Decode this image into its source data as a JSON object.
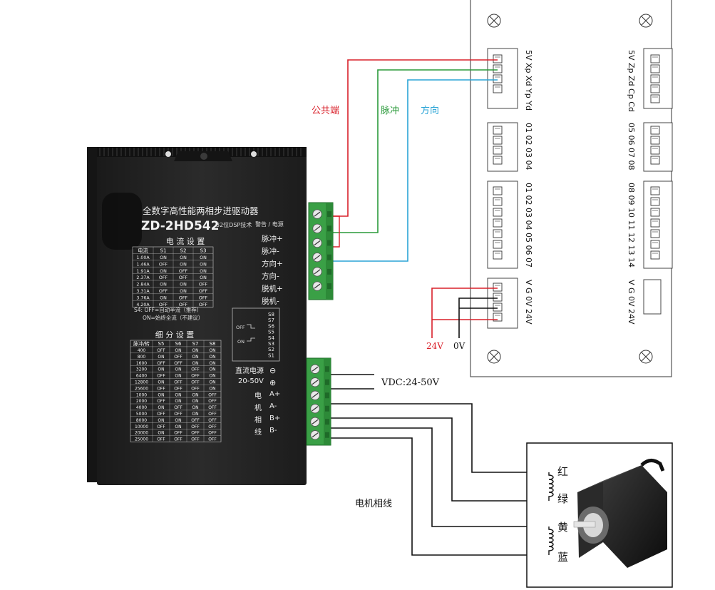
{
  "driver": {
    "title": "全数字高性能两相步进驱动器",
    "model": "ZD-2HD542",
    "dsp": "32位DSP技术",
    "alarm_power": "警告 / 电源",
    "signal_labels": [
      "脉冲+",
      "脉冲-",
      "方向+",
      "方向-",
      "脱机+",
      "脱机-"
    ],
    "current_title": "电 流 设 置",
    "current_headers": [
      "电流",
      "S1",
      "S2",
      "S3"
    ],
    "current_rows": [
      [
        "1.00A",
        "ON",
        "ON",
        "ON"
      ],
      [
        "1.46A",
        "OFF",
        "ON",
        "ON"
      ],
      [
        "1.91A",
        "ON",
        "OFF",
        "ON"
      ],
      [
        "2.37A",
        "OFF",
        "OFF",
        "ON"
      ],
      [
        "2.84A",
        "ON",
        "ON",
        "OFF"
      ],
      [
        "3.31A",
        "OFF",
        "ON",
        "OFF"
      ],
      [
        "3.76A",
        "ON",
        "OFF",
        "OFF"
      ],
      [
        "4.20A",
        "OFF",
        "OFF",
        "OFF"
      ]
    ],
    "s4_note_1": "S4: OFF=自动半流（推荐）",
    "s4_note_2": "ON=始终全流（不建议）",
    "switch_labels": [
      "S8",
      "S7",
      "S6",
      "S5",
      "S4",
      "S3",
      "S2",
      "S1"
    ],
    "off_label": "OFF",
    "on_label": "ON",
    "micro_title": "细 分 设 置",
    "micro_headers": [
      "脉冲/转",
      "S5",
      "S6",
      "S7",
      "S8"
    ],
    "micro_rows": [
      [
        "400",
        "OFF",
        "ON",
        "ON",
        "ON"
      ],
      [
        "800",
        "ON",
        "OFF",
        "ON",
        "ON"
      ],
      [
        "1600",
        "OFF",
        "OFF",
        "ON",
        "ON"
      ],
      [
        "3200",
        "ON",
        "ON",
        "OFF",
        "ON"
      ],
      [
        "6400",
        "OFF",
        "ON",
        "OFF",
        "ON"
      ],
      [
        "12800",
        "ON",
        "OFF",
        "OFF",
        "ON"
      ],
      [
        "25600",
        "OFF",
        "OFF",
        "OFF",
        "ON"
      ],
      [
        "1000",
        "ON",
        "ON",
        "ON",
        "OFF"
      ],
      [
        "2000",
        "OFF",
        "ON",
        "ON",
        "OFF"
      ],
      [
        "4000",
        "ON",
        "OFF",
        "ON",
        "OFF"
      ],
      [
        "5000",
        "OFF",
        "OFF",
        "ON",
        "OFF"
      ],
      [
        "8000",
        "ON",
        "ON",
        "OFF",
        "OFF"
      ],
      [
        "10000",
        "OFF",
        "ON",
        "OFF",
        "OFF"
      ],
      [
        "20000",
        "ON",
        "OFF",
        "OFF",
        "OFF"
      ],
      [
        "25000",
        "OFF",
        "OFF",
        "OFF",
        "OFF"
      ]
    ],
    "dc_power_1": "直流电源",
    "dc_power_2": "20-50V",
    "minus": "⊖",
    "plus": "⊕",
    "motor_phase_vertical": [
      "电",
      "机",
      "相",
      "线"
    ],
    "phase_labels": [
      "A+",
      "A-",
      "B+",
      "B-"
    ]
  },
  "wiring": {
    "common": "公共端",
    "pulse": "脉冲",
    "direction": "方向",
    "v24": "24V",
    "v0": "0V",
    "vdc": "VDC:24-50V",
    "motor_phase": "电机相线",
    "colors": {
      "red": "#d9202a",
      "green": "#2a9a3a",
      "blue": "#2aa4d6",
      "black": "#111111"
    }
  },
  "board": {
    "left_col1_labels": [
      "5V",
      "Xp",
      "Xd",
      "Yp",
      "Yd"
    ],
    "left_col2_labels": [
      "01",
      "02",
      "03",
      "04"
    ],
    "left_col3_labels": [
      "01",
      "02",
      "03",
      "04",
      "05",
      "06",
      "07"
    ],
    "left_power_labels": [
      "V",
      "G",
      "0V",
      "24V"
    ],
    "right_col1_labels": [
      "5V",
      "Zp",
      "Zd",
      "Cp",
      "Cd"
    ],
    "right_col2_labels": [
      "05",
      "06",
      "07",
      "08"
    ],
    "right_col3_labels": [
      "08",
      "09",
      "10",
      "11",
      "12",
      "13",
      "14"
    ],
    "right_power_labels": [
      "V",
      "G",
      "0V",
      "24V"
    ]
  },
  "motor": {
    "wire_colors": [
      "红",
      "绿",
      "黄",
      "蓝"
    ]
  }
}
